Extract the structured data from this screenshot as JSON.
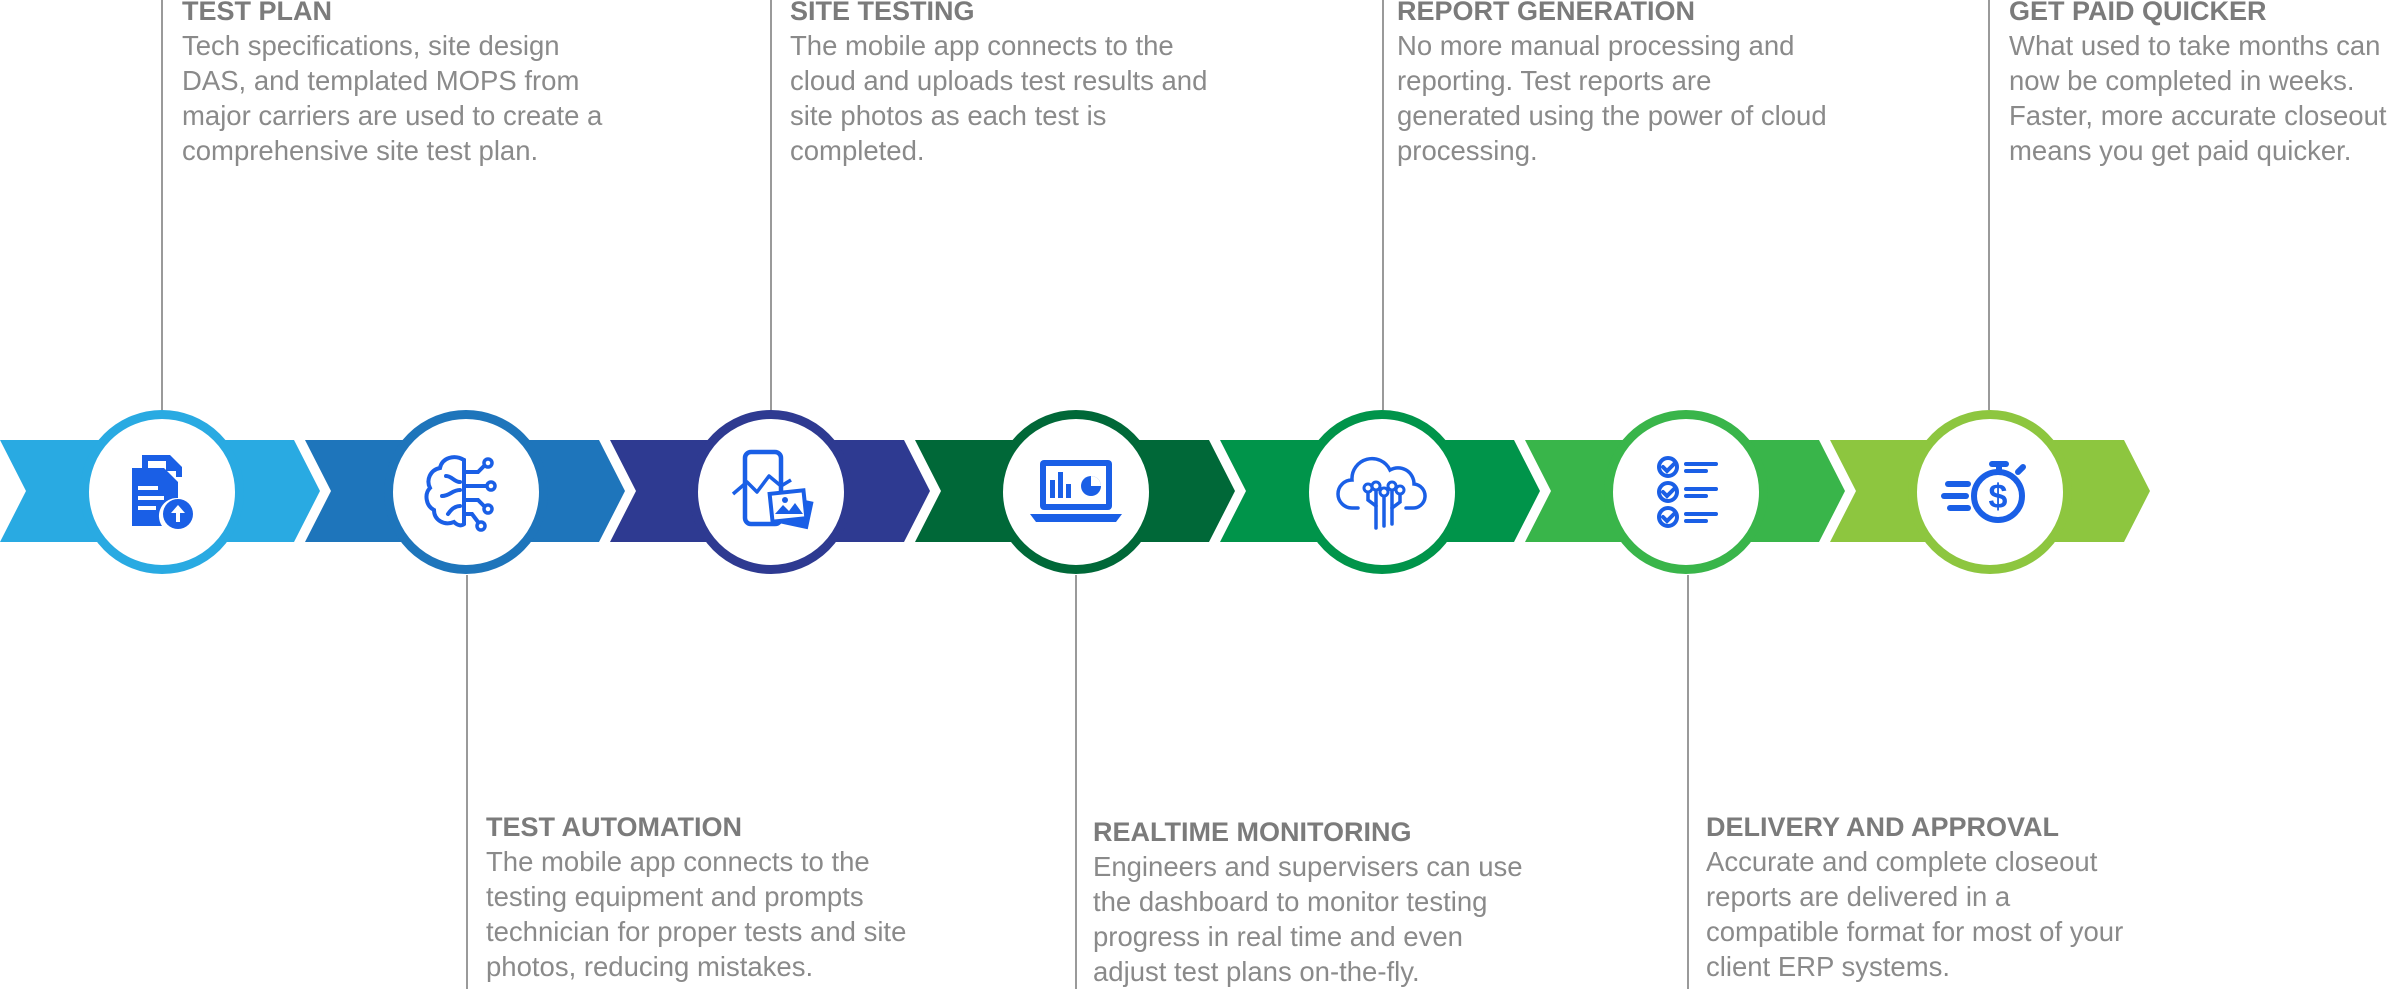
{
  "colors": {
    "icon": "#1a5fe6",
    "text": "#8a8a8a",
    "steps": [
      "#29aae2",
      "#1e75bb",
      "#2e3a91",
      "#006838",
      "#00944a",
      "#39b54a",
      "#8dc63f"
    ]
  },
  "steps": [
    {
      "title": "TEST PLAN",
      "desc": "Tech specifications, site design DAS, and templated MOPS from major carriers are used to create a comprehensive site test plan.",
      "icon": "document-upload-icon"
    },
    {
      "title": "TEST AUTOMATION",
      "desc": "The mobile app connects to the testing equipment and prompts technician for proper tests and site photos, reducing mistakes.",
      "icon": "brain-circuit-icon"
    },
    {
      "title": "SITE TESTING",
      "desc": "The mobile app connects to the cloud and uploads test results and site photos as each test is completed.",
      "icon": "phone-photos-icon"
    },
    {
      "title": "REALTIME MONITORING",
      "desc": "Engineers and supervisers can use the dashboard to monitor testing progress in real time and even adjust test plans on-the-fly.",
      "icon": "laptop-dashboard-icon"
    },
    {
      "title": "REPORT GENERATION",
      "desc": "No more manual processing and reporting. Test reports are generated using the power of cloud processing.",
      "icon": "cloud-circuit-icon"
    },
    {
      "title": "DELIVERY AND APPROVAL",
      "desc": "Accurate and complete closeout reports are delivered in a compatible format for most of your client ERP systems.",
      "icon": "checklist-icon"
    },
    {
      "title": "GET PAID QUICKER",
      "desc": "What used to take months can now be completed in weeks. Faster, more accurate closeout means you get paid quicker.",
      "icon": "stopwatch-dollar-icon"
    }
  ]
}
